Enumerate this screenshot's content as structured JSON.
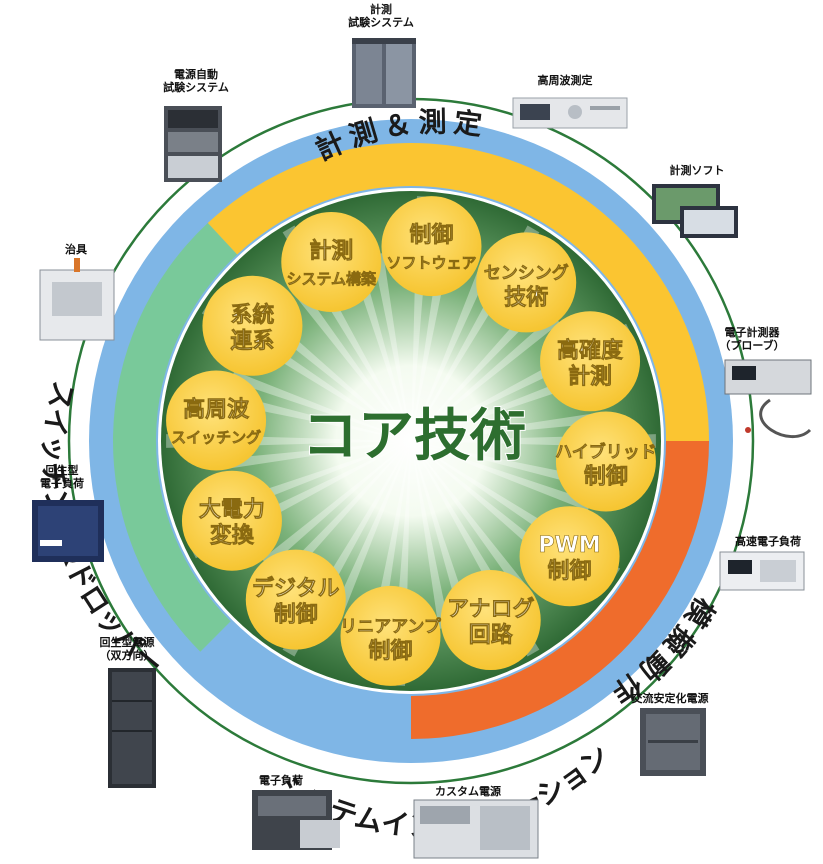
{
  "center": {
    "title": "コア技術"
  },
  "ring_labels": {
    "measurement": "計測＆測定",
    "simulation": "模擬動作",
    "integration": "システムインテグレーション",
    "switching": "スイッチング&ドロッパー"
  },
  "tech_bubbles": [
    {
      "line1": "計測",
      "line2": "システム構築"
    },
    {
      "line1": "制御",
      "line2": "ソフトウェア"
    },
    {
      "line1": "センシング",
      "line2": "技術"
    },
    {
      "line1": "高確度",
      "line2": "計測"
    },
    {
      "line1": "ハイブリッド",
      "line2": "制御"
    },
    {
      "line1": "PWM",
      "line2": "制御"
    },
    {
      "line1": "アナログ",
      "line2": "回路"
    },
    {
      "line1": "リニアアンプ",
      "line2": "制御"
    },
    {
      "line1": "デジタル",
      "line2": "制御"
    },
    {
      "line1": "大電力",
      "line2": "変換"
    },
    {
      "line1": "高周波",
      "line2": "スイッチング"
    },
    {
      "line1": "系統",
      "line2": "連系"
    }
  ],
  "products": {
    "measurement_test_system": "計測\n試験システム",
    "high_freq_measurement": "高周波測定",
    "measurement_software": "計測ソフト",
    "electronic_meter": "電子計測器\n（プローブ）",
    "high_speed_load": "高速電子負荷",
    "ac_stabilized_supply": "交流安定化電源",
    "custom_supply": "カスタム電源",
    "electronic_load": "電子負荷",
    "regen_supply": "回生型電源\n（双方向）",
    "regen_load": "回生型\n電子負荷",
    "jig": "治具",
    "power_auto_test": "電源自動\n試験システム"
  },
  "colors": {
    "outer_blue": "#7fb6e6",
    "yellow": "#fbc531",
    "orange": "#ef6c2c",
    "green_band": "#79c99a",
    "dark_green": "#2f6a35",
    "title_green": "#2d6e2f",
    "bubble": "#fcd34d"
  }
}
